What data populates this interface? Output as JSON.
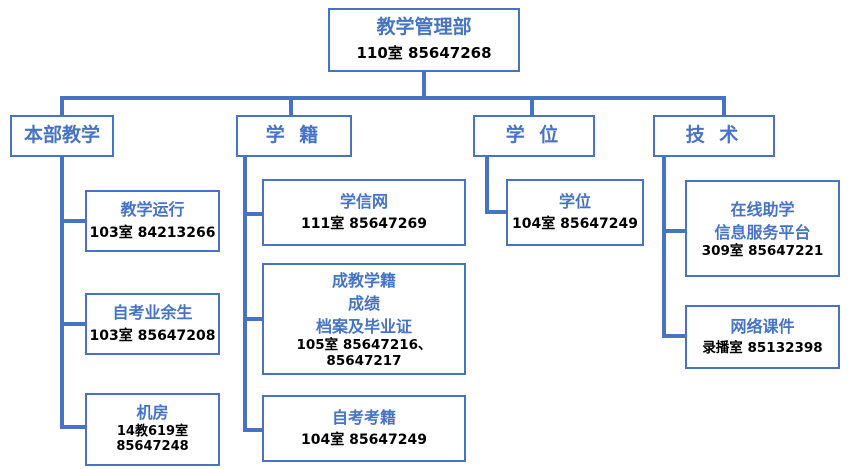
{
  "chart_data": {
    "type": "diagram",
    "title": "教学管理部 组织结构图",
    "accent_color": "#4673C3",
    "text_color": "#000000",
    "background": "#ffffff"
  },
  "root": {
    "title": "教学管理部",
    "contact": "110室  85647268"
  },
  "departments": [
    {
      "id": "benbu",
      "title": "本部教学"
    },
    {
      "id": "xueji",
      "title": "学 籍"
    },
    {
      "id": "xuewei",
      "title": "学 位"
    },
    {
      "id": "jishu",
      "title": "技 术"
    }
  ],
  "units": {
    "jiaoxue_yunxing": {
      "title": "教学运行",
      "contact": "103室 84213266"
    },
    "zikao_yeyusheng": {
      "title": "自考业余生",
      "contact": "103室 85647208"
    },
    "jifang": {
      "title": "机房",
      "contact_line1": "14教619室",
      "contact_line2": "85647248"
    },
    "xuexinwang": {
      "title": "学信网",
      "contact": "111室  85647269"
    },
    "chengjiao_xueji": {
      "line1": "成教学籍",
      "line2": "成绩",
      "line3": "档案及毕业证",
      "contact": "105室 85647216、85647217"
    },
    "zikao_kaoji": {
      "title": "自考考籍",
      "contact": "104室  85647249"
    },
    "xuewei_unit": {
      "title": "学位",
      "contact": "104室  85647249"
    },
    "zaixian_zhuxue": {
      "line1": "在线助学",
      "line2": "信息服务平台",
      "contact": "309室  85647221"
    },
    "wangluo_kejian": {
      "title": "网络课件",
      "contact": "录播室  85132398"
    }
  }
}
